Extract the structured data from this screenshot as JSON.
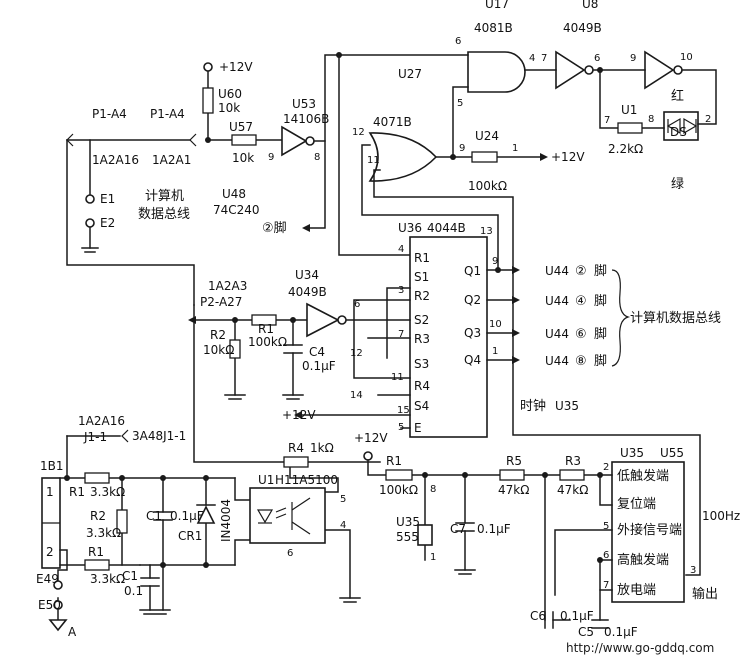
{
  "chips": {
    "u17": "U17",
    "u8": "U8",
    "g4081": "4081B",
    "g4049": "4049B",
    "u27": "U27",
    "g4071": "4071B",
    "u24": "U24",
    "u53": "U53",
    "g14106": "14106B",
    "u60": "U60",
    "u60val": "10k",
    "u57": "U57",
    "u57val": "10k",
    "u48": "U48",
    "u48chip": "74C240",
    "u36": "U36",
    "u36chip": "4044B",
    "u34": "U34",
    "u34chip": "4049B",
    "u35clk": "U35",
    "clock": "时钟",
    "u35": "U35",
    "u55": "U55",
    "u35b": "U35",
    "u35b_val": "555",
    "u1opto": "U1",
    "opto": "H11A5100",
    "u1led": "U1"
  },
  "power": {
    "vcc_top": "+12V",
    "vcc_u24": "+12V",
    "vcc_bot": "+12V",
    "vcc_555": "+12V"
  },
  "connectors": {
    "p1a4_left": "P1-A4",
    "p1a4_right": "P1-A4",
    "a16": "1A2A16",
    "a1": "1A2A1",
    "e1": "E1",
    "e2": "E2",
    "bus_top_1": "计算机",
    "bus_top_2": "数据总线",
    "pin2_ref": "②脚",
    "a3": "1A2A3",
    "p2a27": "P2-A27",
    "a16b": "1A2A16",
    "j11": "J1-1",
    "a3a48": "3A48J1-1",
    "tb1": "1B1",
    "tb_p1": "1",
    "tb_p2": "2",
    "e49": "E49",
    "e50": "E50",
    "gnd_a": "A"
  },
  "pins": {
    "and_in": "6",
    "and_in2": "5",
    "and_out": "4",
    "inv_in": "7",
    "inv_out": "6",
    "inv2_in": "9",
    "inv2_out": "10",
    "or_in1": "12",
    "or_in2": "11",
    "or_out": "9",
    "r_pin": "1",
    "u53_in": "9",
    "u53_out": "8",
    "r1_in": "7",
    "r1_out": "8",
    "led_pin": "2",
    "u36_r1": "4",
    "u36_13": "13",
    "u36_s2": "3",
    "u36_3": "6",
    "u36_7": "7",
    "u36_12": "12",
    "u36_11": "11",
    "u36_14": "14",
    "u36_15": "15",
    "u36_e": "5",
    "q1": "9",
    "q3": "10",
    "q4": "1",
    "u35_2": "2",
    "u35_1": "1",
    "u35_5": "5",
    "u35_6": "6",
    "u35_7": "7",
    "u35_3": "3",
    "opto_5": "5",
    "opto_4": "4",
    "opto_6": "6",
    "p555": "8",
    "p555_1": "1"
  },
  "components": {
    "r_u1": "U1",
    "r_u1_val": "2.2kΩ",
    "r_u24_val": "100kΩ",
    "ds": "DS",
    "red": "红",
    "green": "绿",
    "r2": "R2",
    "r2_val": "10kΩ",
    "r1": "R1",
    "r1_val": "100kΩ",
    "c4": "C4",
    "c4_val": "0.1μF",
    "r4": "R4",
    "r4_val": "1kΩ",
    "r1a": "R1",
    "r1a_val": "3.3kΩ",
    "r2a": "R2",
    "r2a_val": "3.3kΩ",
    "r1b": "R1",
    "r1b_val": "3.3kΩ",
    "c1": "C1",
    "c1_val": "0.1μF",
    "cr1": "CR1",
    "in4004": "IN4004",
    "c1b": "C1",
    "c1b_val": "0.1",
    "r1c": "R1",
    "r1c_val": "100kΩ",
    "r5": "R5",
    "r5_val": "47kΩ",
    "r3": "R3",
    "r3_val": "47kΩ",
    "c7": "C7",
    "c7_val": "0.1μF",
    "c6": "C6",
    "c6_val": "0.1μF",
    "c5": "C5",
    "c5_val": "0.1μF"
  },
  "u36_labels": {
    "r1": "R1",
    "s1": "S1",
    "r2": "R2",
    "s2": "S2",
    "r3": "R3",
    "s3": "S3",
    "r4": "R4",
    "s4": "S4",
    "e": "E",
    "q1": "Q1",
    "q2": "Q2",
    "q3": "Q3",
    "q4": "Q4"
  },
  "u44": [
    {
      "ref": "U44",
      "pin": "②",
      "unit": "脚"
    },
    {
      "ref": "U44",
      "pin": "④",
      "unit": "脚"
    },
    {
      "ref": "U44",
      "pin": "⑥",
      "unit": "脚"
    },
    {
      "ref": "U44",
      "pin": "⑧",
      "unit": "脚"
    }
  ],
  "bus_right": "计算机数据总线",
  "timer_pins": {
    "low": "低触发端",
    "reset": "复位端",
    "ext": "外接信号端",
    "high": "高触发端",
    "dis": "放电端",
    "out": "输出",
    "freq": "100Hz"
  },
  "watermark": "http://www.go-gddq.com",
  "colors": {
    "ink": "#1a1a1a",
    "paper": "#ffffff"
  }
}
